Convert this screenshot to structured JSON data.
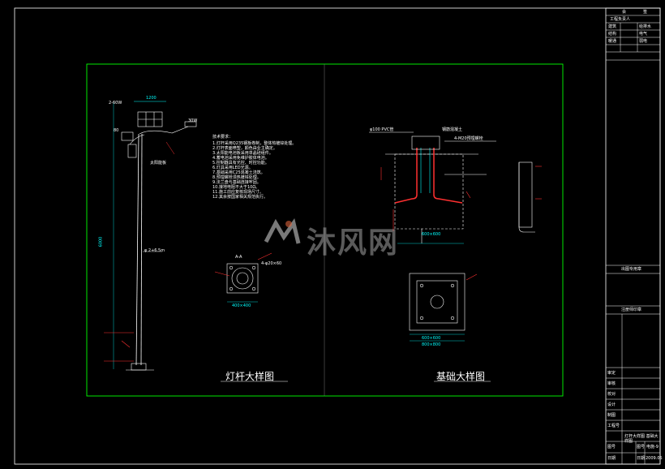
{
  "drawing": {
    "left_title": "灯杆大样图",
    "right_title": "基础大样图",
    "left_labels": {
      "panel": "2-60W",
      "panel_width": "1200",
      "lamp": "30W",
      "controller": "80",
      "battery": "太阳能板",
      "pole_height": "6000",
      "base": "φ 2+6.5m",
      "section": "A-A",
      "flange": "400×400",
      "bolt": "4-φ20×60"
    },
    "right_labels": {
      "top": "φ100 PVC管",
      "rebar": "钢筋混凝土",
      "note1": "4-M20预埋螺栓",
      "dim1": "600×600",
      "bottom_dim": "800×800",
      "plan_dim": "600×600"
    },
    "notes_title": "技术要求：",
    "notes": [
      "1.灯杆采用Q235钢板卷制，整体热镀锌处理。",
      "2.灯杆表面喷塑，颜色由业主确定。",
      "3.太阳能电池板采用单晶硅组件。",
      "4.蓄电池采用免维护胶体电池。",
      "5.控制器具有光控、时控功能。",
      "6.灯具采用LED光源。",
      "7.基础采用C25混凝土浇筑。",
      "8.预埋螺栓须热镀锌处理。",
      "9.法兰盘与基础连接牢固。",
      "10.接地电阻不大于10Ω。",
      "11.施工前应复核现场尺寸。",
      "12.其余按国家相关规范执行。"
    ]
  },
  "watermark": "沐风网",
  "title_block": {
    "header_left": "会",
    "header_right": "签",
    "rows": [
      "工程负责人",
      "建筑",
      "结构",
      "电气"
    ],
    "rows_right": [
      "给排水",
      "暖通",
      "弱电"
    ],
    "stamp1": "出图专用章",
    "stamp2": "注册师印章",
    "bottom_rows": [
      "审定",
      "审核",
      "校对",
      "设计",
      "制图",
      "工程号",
      "图号",
      "日期"
    ],
    "drawing_name": "灯杆大样图 基础大样图",
    "sheet_label": "图号",
    "sheet_no": "电施-9",
    "date_label": "日期",
    "date": "2009.05"
  },
  "colors": {
    "frame": "#ffffff",
    "border": "#00ff00",
    "line": "#ffffff",
    "accent": "#ff3030",
    "cyan": "#00ffff",
    "yellow": "#ffff00"
  }
}
